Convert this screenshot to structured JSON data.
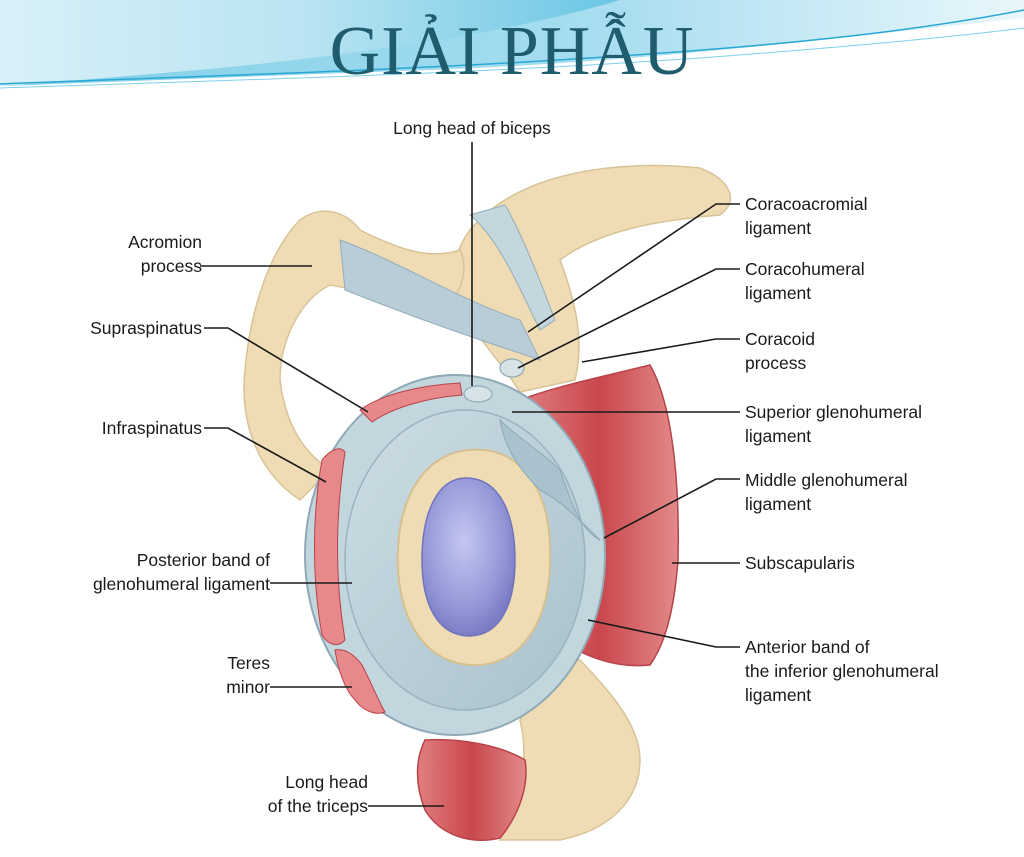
{
  "slide": {
    "title": "GIẢI PHẪU"
  },
  "labels": {
    "long_head_biceps": "Long head of biceps",
    "acromion": [
      "Acromion",
      "process"
    ],
    "supraspinatus": "Supraspinatus",
    "infraspinatus": "Infraspinatus",
    "posterior_band": [
      "Posterior band of",
      "glenohumeral ligament"
    ],
    "teres_minor": [
      "Teres",
      "minor"
    ],
    "long_head_triceps": [
      "Long head",
      "of the triceps"
    ],
    "coracoacromial": [
      "Coracoacromial",
      "ligament"
    ],
    "coracohumeral": [
      "Coracohumeral",
      "ligament"
    ],
    "coracoid": [
      "Coracoid",
      "process"
    ],
    "superior_gh": [
      "Superior glenohumeral",
      "ligament"
    ],
    "middle_gh": [
      "Middle glenohumeral",
      "ligament"
    ],
    "subscapularis": "Subscapularis",
    "anterior_band": [
      "Anterior band of",
      "the inferior glenohumeral",
      "ligament"
    ]
  },
  "colors": {
    "title": "#1f5c6e",
    "bone": "#efdcb4",
    "muscle": "#d9696b",
    "capsule": "#b9cfd8",
    "cartilage": "#8f93d6",
    "leader": "#1a1a1a",
    "banner": "#5fc2e2"
  }
}
